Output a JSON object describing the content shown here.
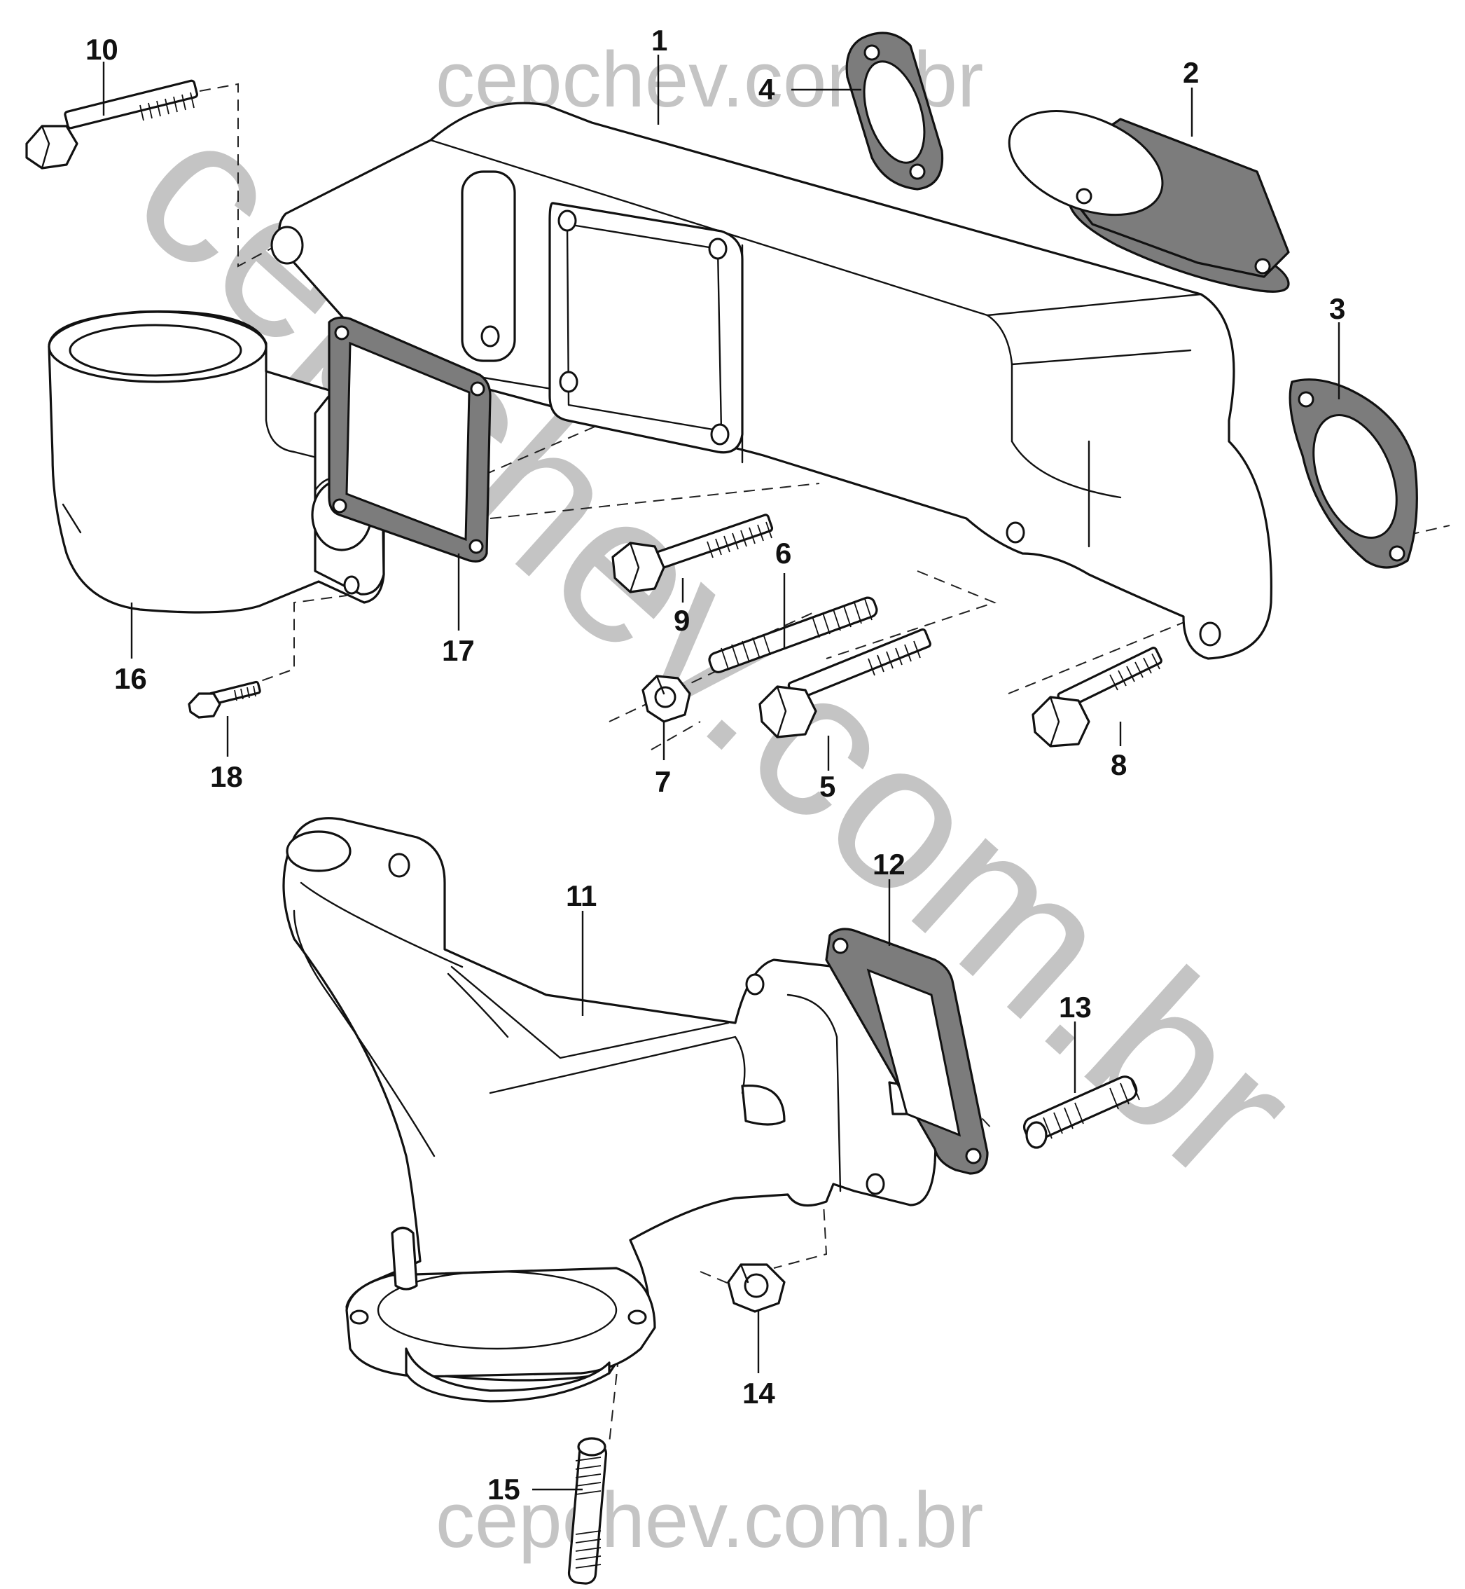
{
  "watermark": {
    "top_text": "cepchev.com.br",
    "bottom_text": "cepchev.com.br",
    "diagonal_text": "cepchev.com.br",
    "color": "#c4c4c4"
  },
  "callouts": [
    "1",
    "2",
    "3",
    "4",
    "5",
    "6",
    "7",
    "8",
    "9",
    "10",
    "11",
    "12",
    "13",
    "14",
    "15",
    "16",
    "17",
    "18"
  ],
  "colors": {
    "line": "#111111",
    "gasket_fill": "#7c7c7c",
    "background": "#ffffff"
  }
}
